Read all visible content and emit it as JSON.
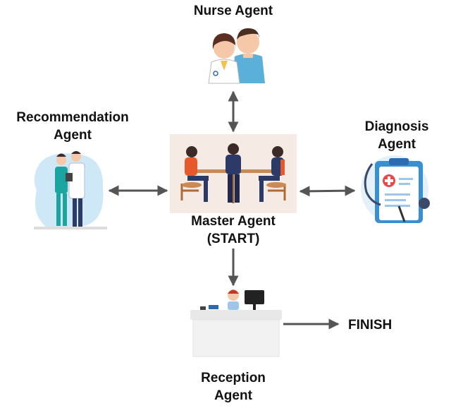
{
  "nodes": {
    "nurse": {
      "lines": [
        "Nurse Agent"
      ]
    },
    "recommendation": {
      "lines": [
        "Recommendation",
        "Agent"
      ]
    },
    "diagnosis": {
      "lines": [
        "Diagnosis",
        "Agent"
      ]
    },
    "master": {
      "lines": [
        "Master Agent",
        "(START)"
      ]
    },
    "reception": {
      "lines": [
        "Reception",
        "Agent"
      ]
    },
    "finish": {
      "lines": [
        "FINISH"
      ]
    }
  },
  "edges": [
    {
      "from": "master",
      "to": "nurse",
      "direction": "bidirectional"
    },
    {
      "from": "master",
      "to": "recommendation",
      "direction": "bidirectional"
    },
    {
      "from": "master",
      "to": "diagnosis",
      "direction": "bidirectional"
    },
    {
      "from": "master",
      "to": "reception",
      "direction": "one-way"
    },
    {
      "from": "reception",
      "to": "finish",
      "direction": "one-way"
    }
  ],
  "colors": {
    "arrow": "#555555",
    "master_bg": "#f5ebe4",
    "teal": "#1aa5a0",
    "blue": "#3a8fd0",
    "skin": "#f4c8a8",
    "navy": "#2b3a67",
    "orange": "#e6592d"
  }
}
